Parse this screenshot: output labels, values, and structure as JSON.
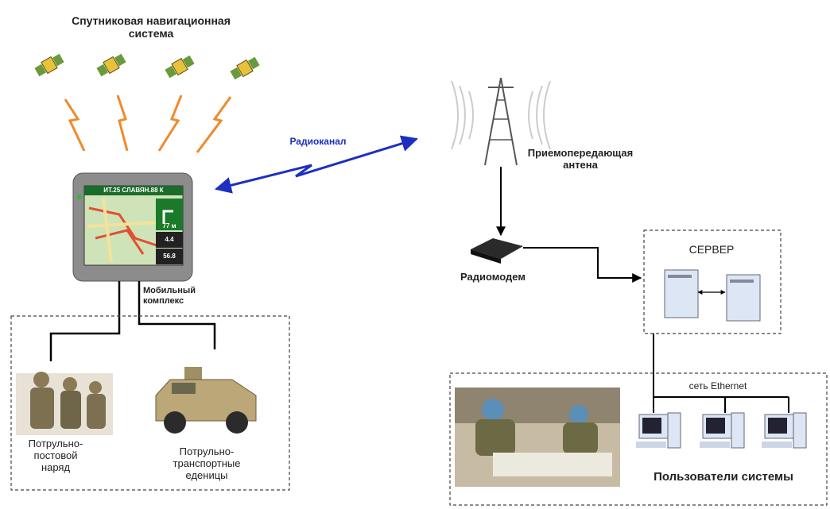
{
  "satellite_system": {
    "line1": "Спутниковая навигационная",
    "line2": "система"
  },
  "radio_channel": "Радиоканал",
  "antenna": {
    "line1": "Приемопередающая",
    "line2": "антена"
  },
  "radiomodem": "Радиомодем",
  "server": "СЕРВЕР",
  "mobile_complex": {
    "line1": "Мобильный",
    "line2": "комплекс"
  },
  "patrol_post": {
    "line1": "Потрульно-",
    "line2": "постовой",
    "line3": "наряд"
  },
  "patrol_transport": {
    "line1": "Потрульно-",
    "line2": "транспортные",
    "line3": "еденицы"
  },
  "ethernet": "сеть Ethernet",
  "users": "Пользователи системы",
  "gps_screen": {
    "top": "ИТ.25 СЛАВЯН.88 К",
    "dist": "77 м",
    "val1": "4.4",
    "val2": "56.8"
  },
  "colors": {
    "arrow_blue": "#1c2fbf",
    "signal_orange": "#f08a2a",
    "label_blue": "#1c2fbf"
  }
}
